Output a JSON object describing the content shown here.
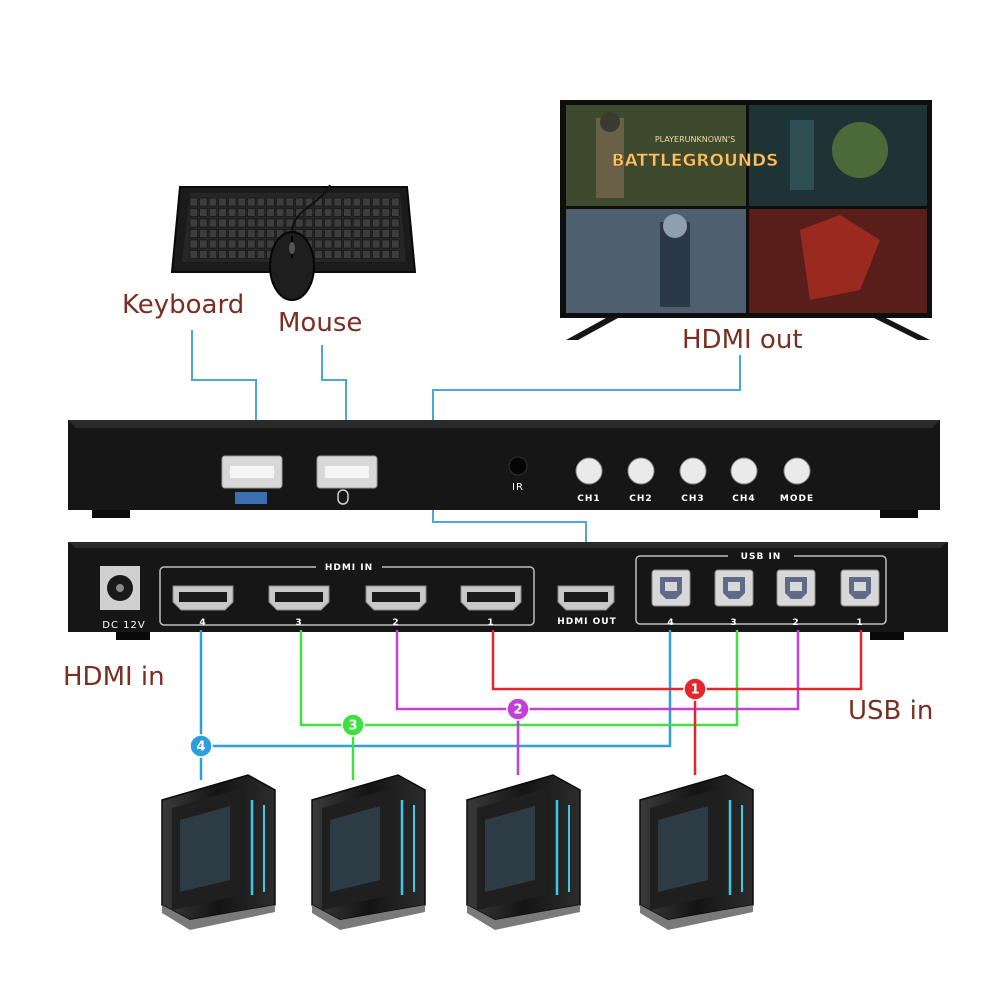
{
  "labels": {
    "keyboard": "Keyboard",
    "mouse": "Mouse",
    "hdmi_out": "HDMI out",
    "hdmi_in": "HDMI in",
    "usb_in": "USB in"
  },
  "screen_text": {
    "brand_small": "PLAYERUNKNOWN'S",
    "brand_big": "BATTLEGROUNDS"
  },
  "front_panel": {
    "ir": "IR",
    "buttons": [
      "CH1",
      "CH2",
      "CH3",
      "CH4",
      "MODE"
    ]
  },
  "back_panel": {
    "dc": "DC 12V",
    "hdmi_in_group": "HDMI IN",
    "hdmi_out": "HDMI OUT",
    "usb_in_group": "USB IN",
    "hdmi_port_numbers": [
      "4",
      "3",
      "2",
      "1"
    ],
    "usb_port_numbers": [
      "4",
      "3",
      "2",
      "1"
    ]
  },
  "channels": [
    {
      "number": "4",
      "color": "#2b9fe0"
    },
    {
      "number": "3",
      "color": "#3fe03f"
    },
    {
      "number": "2",
      "color": "#c23fd8"
    },
    {
      "number": "1",
      "color": "#e8262a"
    }
  ],
  "colors": {
    "label_text": "#7a2f22",
    "connector_line": "#4aa8d8",
    "device_body": "#1a1a1a"
  }
}
